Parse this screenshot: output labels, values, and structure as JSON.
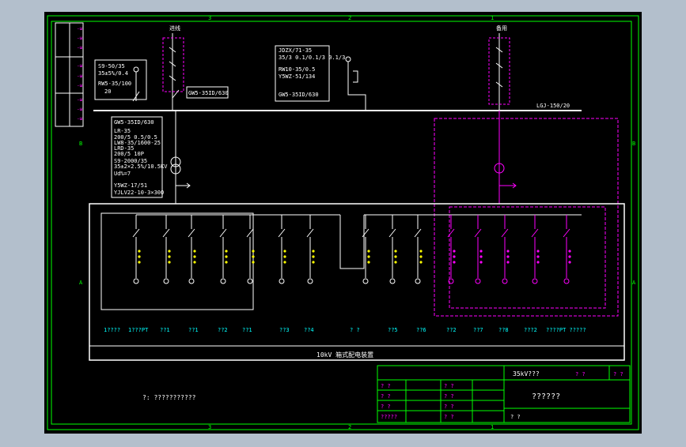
{
  "colors": {
    "viewport_bg": "#b3bfcc",
    "sheet_bg": "#000000",
    "border": "#00ff00",
    "line": "#ffffff",
    "accent": "#ff00ff"
  },
  "border_labels": {
    "top": [
      "3",
      "2",
      "1"
    ],
    "bottom": [
      "3",
      "2",
      "1"
    ],
    "left": [
      "B",
      "A"
    ],
    "right": [
      "B",
      "A"
    ]
  },
  "incoming_main": "进线",
  "incoming_standby": "备用",
  "equip_left": [
    "S9-50/35",
    "35±5%/0.4",
    "RW5-35/100",
    "20"
  ],
  "equip_center": [
    "JDZX/71-35",
    "35/3 0.1/0.1/3 0.1/3",
    "RW10-35/0.5",
    "Y5WZ-51/134",
    "GW5-35ID/630"
  ],
  "gw_left": "GW5-35ID/630",
  "busbar_label": "LGJ-150/20",
  "trans_label": [
    "GW5-35ID/630",
    "LR-35",
    "200/5 0.5/0.5",
    "LW8-35/1600-25",
    "LRD-35",
    "200/5 10P",
    "S9-2000/35",
    "35±2×2.5%/10.5KV",
    "Ud%=7",
    "Y5WZ-17/51",
    "YJLV22-10-3×300"
  ],
  "bus_labels": [
    "1????",
    "1???PT",
    "??1",
    "??1",
    "??2",
    "??1",
    "??3",
    "??4",
    "? ?",
    "??5",
    "??6",
    "??2",
    "??7",
    "??8",
    "???2",
    "????PT ?????"
  ],
  "switchgear_title": "10kV 箱式配电装置",
  "note": "?: ???????????",
  "title_block": {
    "project": "35kV???",
    "header_right": [
      "? ?",
      "? ?"
    ],
    "drawing_name": "??????",
    "rows_left": [
      "? ?",
      "? ?",
      "? ?",
      "?????",
      "? ?"
    ],
    "rows_mid": [
      "? ?",
      "? ?",
      "? ?",
      "? ?"
    ],
    "footer": "? ?"
  }
}
